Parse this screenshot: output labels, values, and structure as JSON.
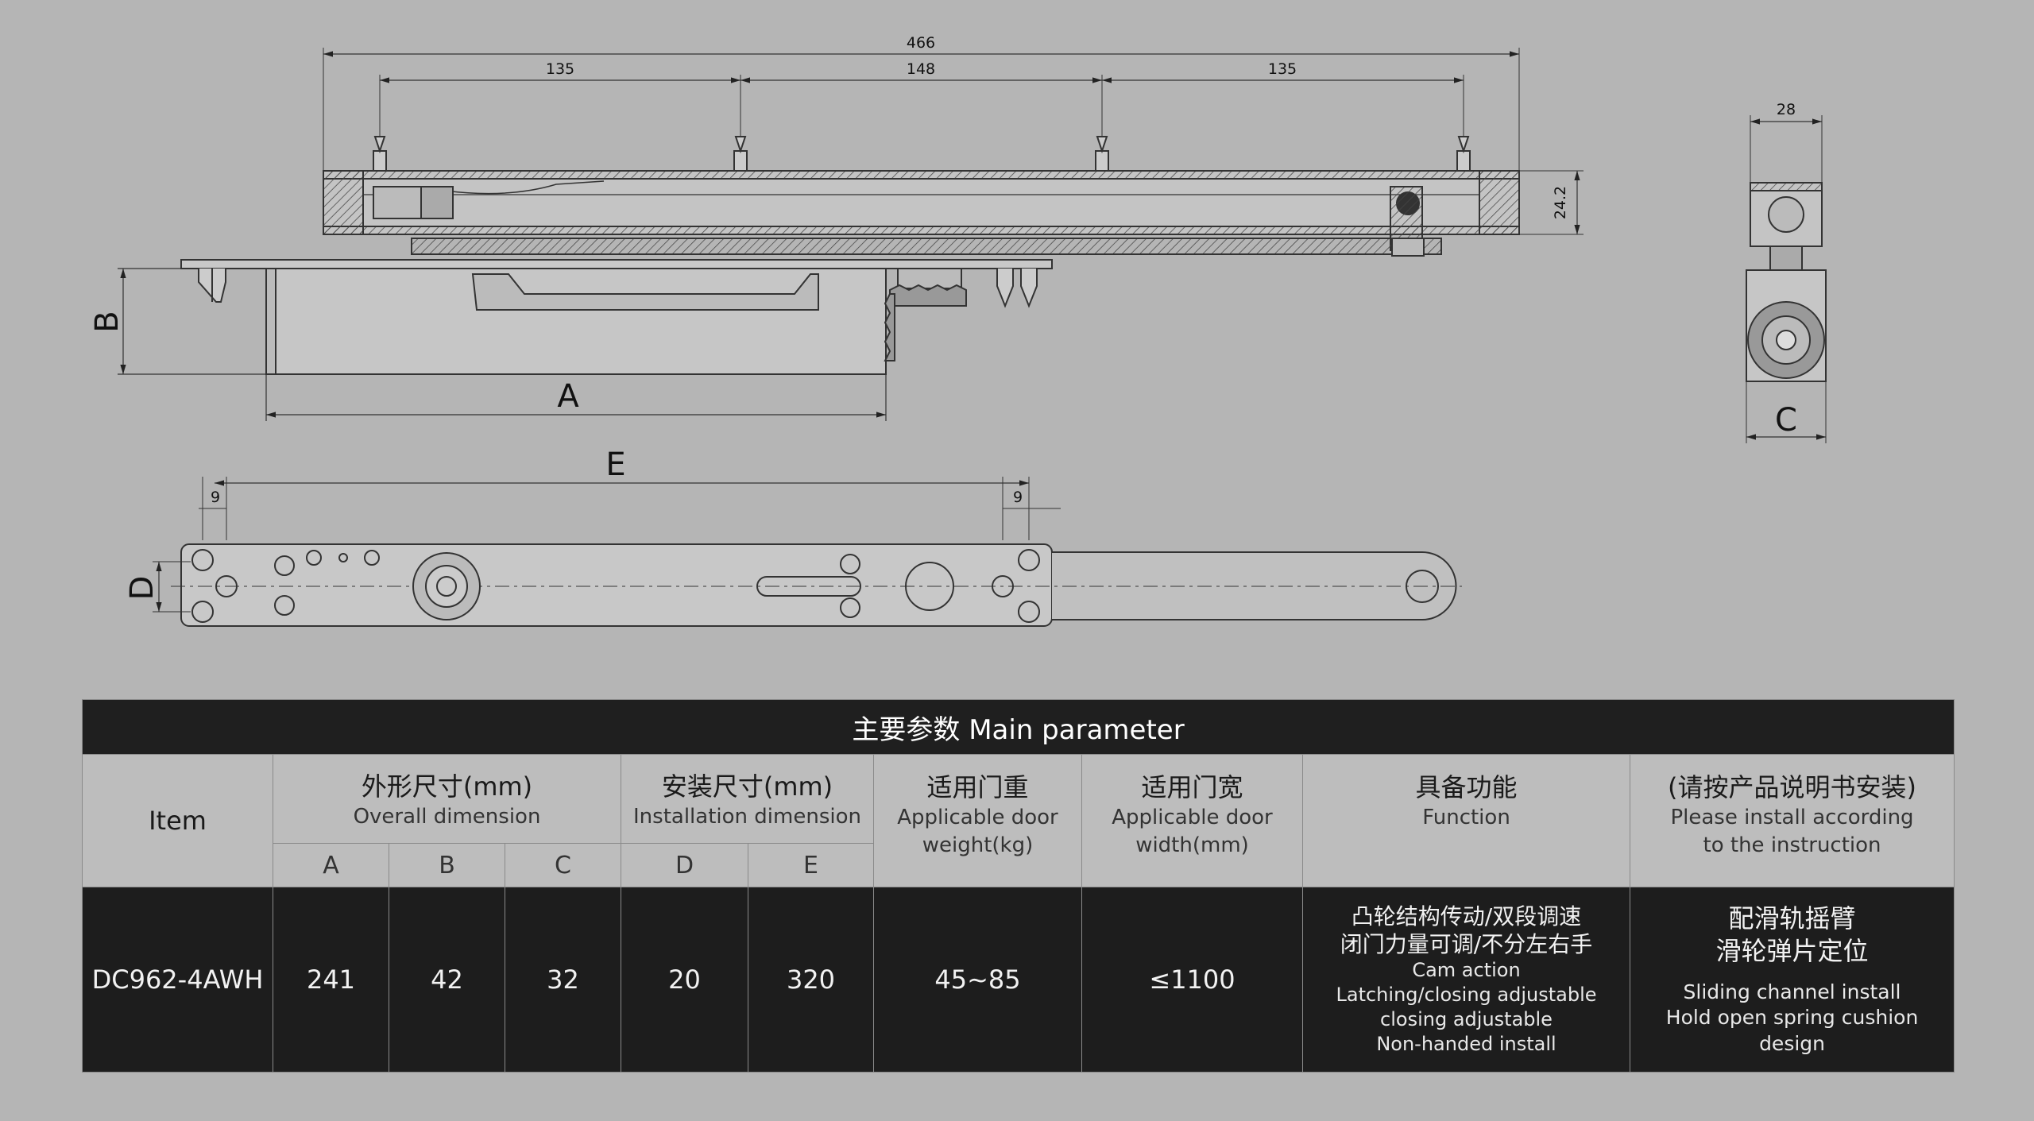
{
  "dimensions": {
    "total": "466",
    "span1": "135",
    "span2": "148",
    "span3": "135",
    "height": "24.2",
    "width": "28",
    "edge_left": "9",
    "edge_right": "9",
    "labels": {
      "A": "A",
      "B": "B",
      "C": "C",
      "D": "D",
      "E": "E"
    }
  },
  "table": {
    "title": "主要参数 Main parameter",
    "item_label": "Item",
    "overall": {
      "zh": "外形尺寸(mm)",
      "en": "Overall dimension"
    },
    "install": {
      "zh": "安装尺寸(mm)",
      "en": "Installation dimension"
    },
    "weight": {
      "zh": "适用门重",
      "en": "Applicable door weight(kg)"
    },
    "width": {
      "zh": "适用门宽",
      "en": "Applicable door width(mm)"
    },
    "function": {
      "zh": "具备功能",
      "en": "Function"
    },
    "note": {
      "zh": "(请按产品说明书安装)",
      "en": "Please install according to the instruction"
    },
    "sub": {
      "A": "A",
      "B": "B",
      "C": "C",
      "D": "D",
      "E": "E"
    },
    "row": {
      "item": "DC962-4AWH",
      "A": "241",
      "B": "42",
      "C": "32",
      "D": "20",
      "E": "320",
      "weight": "45~85",
      "width": "≤1100",
      "function_zh1": "凸轮结构传动/双段调速",
      "function_zh2": "闭门力量可调/不分左右手",
      "function_en1": "Cam action",
      "function_en2": "Latching/closing adjustable",
      "function_en3": "closing adjustable",
      "function_en4": "Non-handed install",
      "note_zh1": "配滑轨摇臂",
      "note_zh2": "滑轮弹片定位",
      "note_en1": "Sliding channel install",
      "note_en2": "Hold open spring cushion design"
    }
  }
}
